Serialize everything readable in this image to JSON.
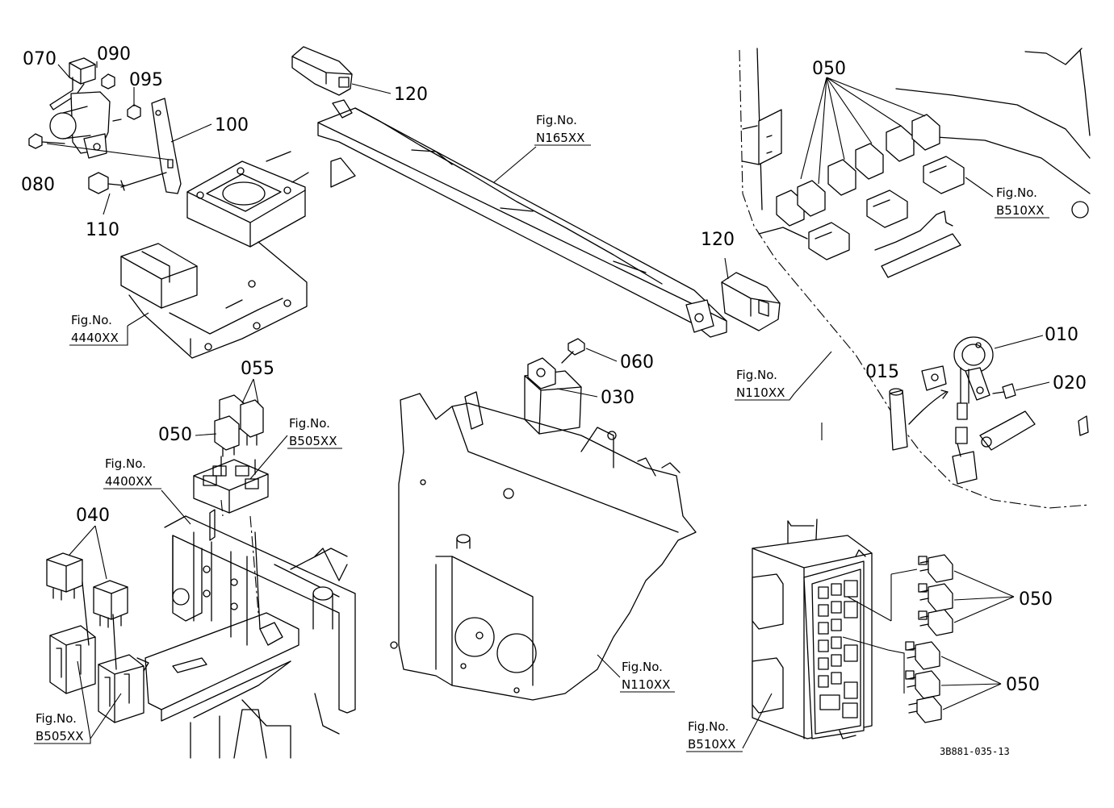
{
  "part_numbers": {
    "p070": "070",
    "p090": "090",
    "p095": "095",
    "p100": "100",
    "p080": "080",
    "p110": "110",
    "p120a": "120",
    "p120b": "120",
    "p050_top": "050",
    "p055": "055",
    "p050_mid": "050",
    "p040": "040",
    "p060": "060",
    "p030": "030",
    "p010": "010",
    "p015": "015",
    "p020": "020",
    "p050_r1": "050",
    "p050_r2": "050"
  },
  "fig_refs": {
    "f4440": {
      "line1": "Fig.No.",
      "line2": "4440XX"
    },
    "fN165": {
      "line1": "Fig.No.",
      "line2": "N165XX"
    },
    "fB510a": {
      "line1": "Fig.No.",
      "line2": "B510XX"
    },
    "fN110a": {
      "line1": "Fig.No.",
      "line2": "N110XX"
    },
    "fB505a": {
      "line1": "Fig.No.",
      "line2": "B505XX"
    },
    "f4400": {
      "line1": "Fig.No.",
      "line2": "4400XX"
    },
    "fN110b": {
      "line1": "Fig.No.",
      "line2": "N110XX"
    },
    "fB505b": {
      "line1": "Fig.No.",
      "line2": "B505XX"
    },
    "fB510b": {
      "line1": "Fig.No.",
      "line2": "B510XX"
    }
  },
  "drawing_code": "3B881-035-13"
}
